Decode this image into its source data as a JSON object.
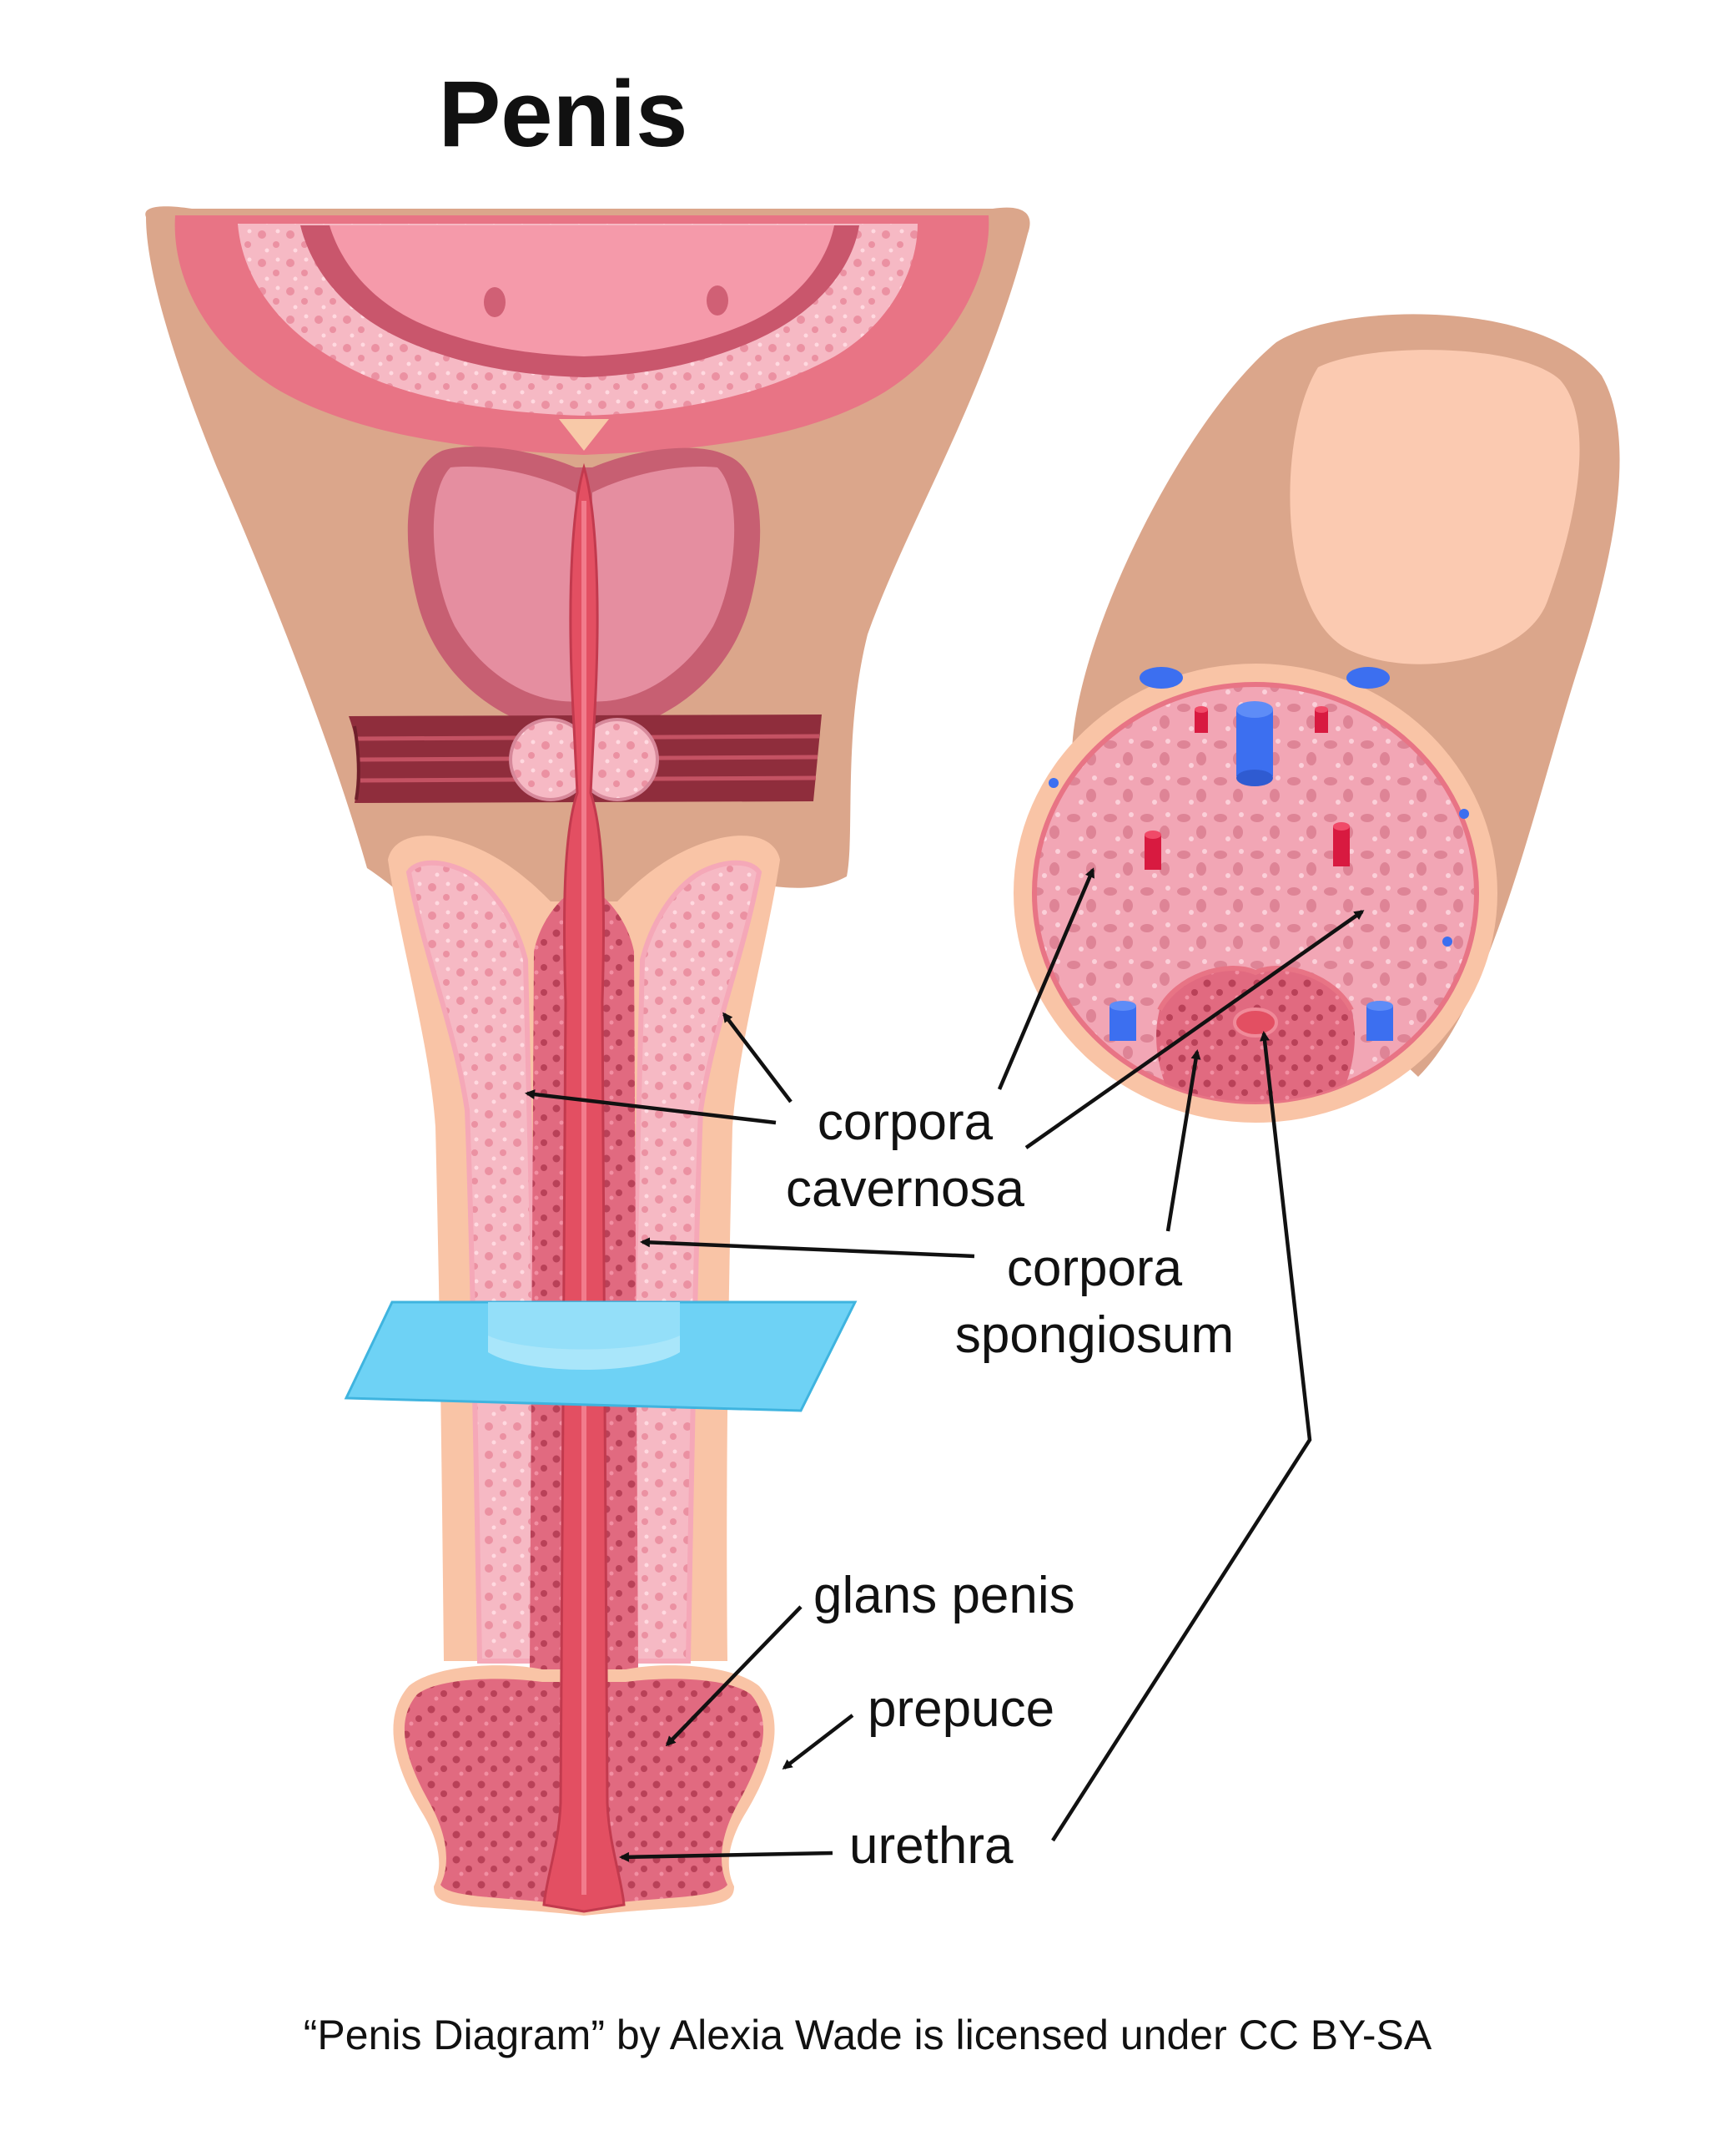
{
  "title": "Penis",
  "labels": {
    "corpora_cavernosa": [
      "corpora",
      "cavernosa"
    ],
    "corpora_spongiosum": [
      "corpora",
      "spongiosum"
    ],
    "glans_penis": "glans penis",
    "prepuce": "prepuce",
    "urethra": "urethra"
  },
  "credit": "“Penis Diagram” by Alexia Wade is licensed under CC BY-SA",
  "colors": {
    "skin": "#dba68b",
    "outer_pink": "#e87485",
    "tissue_pink": "#f4a9b6",
    "spongy": "#e36d82",
    "urethra": "#e34f62",
    "muscle": "#8f2d3c",
    "cut_plane": "#6ed2f5",
    "vein": "#3c6ff0",
    "artery": "#d81a40"
  }
}
